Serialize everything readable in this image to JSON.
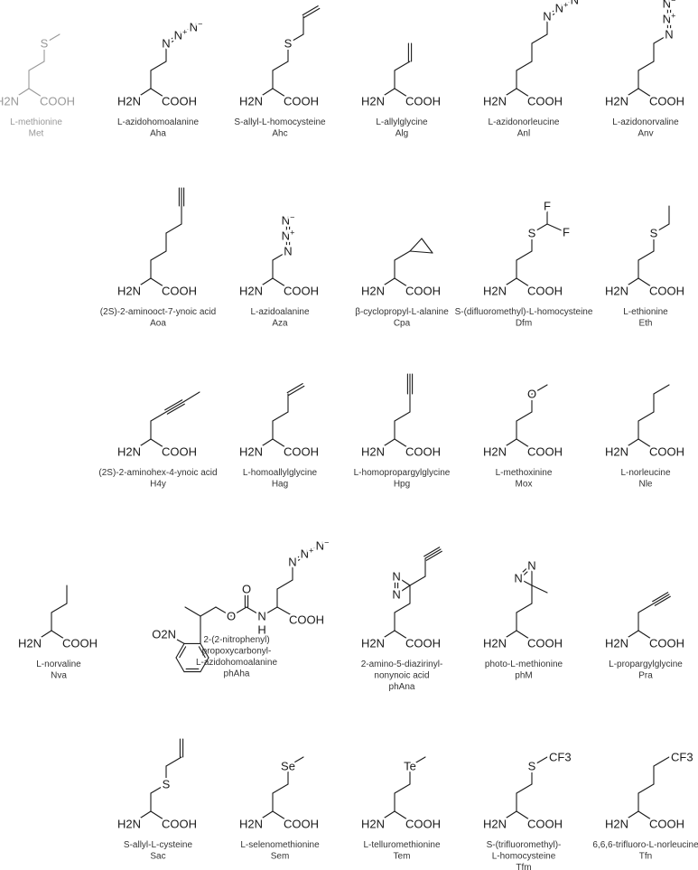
{
  "backbone": {
    "amine": "H2N",
    "acid": "COOH"
  },
  "compounds": [
    {
      "code": "Met",
      "name_lines": [
        "L-methionine",
        "Met"
      ],
      "atoms": [
        "S"
      ],
      "color": "#999999"
    },
    {
      "code": "Aha",
      "name_lines": [
        "L-azidohomoalanine",
        "Aha"
      ],
      "atoms": [
        "N",
        "N+",
        "N−"
      ]
    },
    {
      "code": "Ahc",
      "name_lines": [
        "S-allyl-L-homocysteine",
        "Ahc"
      ],
      "atoms": [
        "S"
      ]
    },
    {
      "code": "Alg",
      "name_lines": [
        "L-allylglycine",
        "Alg"
      ],
      "atoms": []
    },
    {
      "code": "Anl",
      "name_lines": [
        "L-azidonorleucine",
        "Anl"
      ],
      "atoms": [
        "N",
        "N+",
        "N−"
      ]
    },
    {
      "code": "Anv",
      "name_lines": [
        "L-azidonorvaline",
        "Anv"
      ],
      "atoms": [
        "N",
        "N+",
        "N−"
      ]
    },
    {
      "code": "Aoa",
      "name_lines": [
        "(2S)-2-aminooct-7-ynoic acid",
        "Aoa"
      ],
      "atoms": []
    },
    {
      "code": "Aza",
      "name_lines": [
        "L-azidoalanine",
        "Aza"
      ],
      "atoms": [
        "N",
        "N+",
        "N−"
      ]
    },
    {
      "code": "Cpa",
      "name_lines": [
        "β-cyclopropyl-L-alanine",
        "Cpa"
      ],
      "atoms": []
    },
    {
      "code": "Dfm",
      "name_lines": [
        "S-(difluoromethyl)-L-homocysteine",
        "Dfm"
      ],
      "atoms": [
        "S",
        "F",
        "F"
      ]
    },
    {
      "code": "Eth",
      "name_lines": [
        "L-ethionine",
        "Eth"
      ],
      "atoms": [
        "S"
      ]
    },
    {
      "code": "H4y",
      "name_lines": [
        "(2S)-2-aminohex-4-ynoic acid",
        "H4y"
      ],
      "atoms": []
    },
    {
      "code": "Hag",
      "name_lines": [
        "L-homoallylglycine",
        "Hag"
      ],
      "atoms": []
    },
    {
      "code": "Hpg",
      "name_lines": [
        "L-homopropargylglycine",
        "Hpg"
      ],
      "atoms": []
    },
    {
      "code": "Mox",
      "name_lines": [
        "L-methoxinine",
        "Mox"
      ],
      "atoms": [
        "O"
      ]
    },
    {
      "code": "Nle",
      "name_lines": [
        "L-norleucine",
        "Nle"
      ],
      "atoms": []
    },
    {
      "code": "Nva",
      "name_lines": [
        "L-norvaline",
        "Nva"
      ],
      "atoms": []
    },
    {
      "code": "phAha",
      "name_lines": [
        "2-(2-nitrophenyl)",
        "propoxycarbonyl-",
        "L-azidohomoalanine",
        "phAha"
      ],
      "atoms": [
        "N",
        "N+",
        "N−",
        "N",
        "H",
        "O",
        "O",
        "O2N"
      ]
    },
    {
      "code": "phAna",
      "name_lines": [
        "2-amino-5-diazirinyl-",
        "nonynoic acid",
        "phAna"
      ],
      "atoms": [
        "N",
        "N"
      ]
    },
    {
      "code": "phM",
      "name_lines": [
        "photo-L-methionine",
        "phM"
      ],
      "atoms": [
        "N",
        "N"
      ]
    },
    {
      "code": "Pra",
      "name_lines": [
        "L-propargylglycine",
        "Pra"
      ],
      "atoms": []
    },
    {
      "code": "Sac",
      "name_lines": [
        "S-allyl-L-cysteine",
        "Sac"
      ],
      "atoms": [
        "S"
      ]
    },
    {
      "code": "Sem",
      "name_lines": [
        "L-selenomethionine",
        "Sem"
      ],
      "atoms": [
        "Se"
      ]
    },
    {
      "code": "Tem",
      "name_lines": [
        "L-telluromethionine",
        "Tem"
      ],
      "atoms": [
        "Te"
      ]
    },
    {
      "code": "Tfm",
      "name_lines": [
        "S-(trifluoromethyl)-",
        "L-homocysteine",
        "Tfm"
      ],
      "atoms": [
        "S",
        "CF3"
      ]
    },
    {
      "code": "Tfn",
      "name_lines": [
        "6,6,6-trifluoro-L-norleucine",
        "Tfn"
      ],
      "atoms": [
        "CF3"
      ]
    }
  ]
}
